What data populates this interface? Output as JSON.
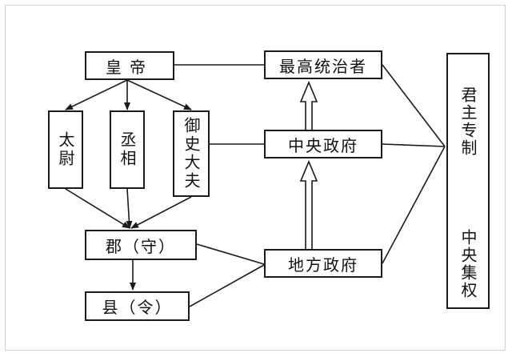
{
  "diagram": {
    "emperor": "皇帝",
    "taiwei": "太尉",
    "chengxiang": "丞相",
    "yushi_dafu": "御史大夫",
    "jun": "郡（守）",
    "xian": "县（令）",
    "supreme_ruler": "最高统治者",
    "central_government": "中央政府",
    "local_government": "地方政府",
    "autocracy": "君主专制",
    "centralization": "中央集权"
  },
  "colors": {
    "line": "#1a1a1a",
    "frame": "#d0d0d0",
    "background": "#ffffff"
  }
}
